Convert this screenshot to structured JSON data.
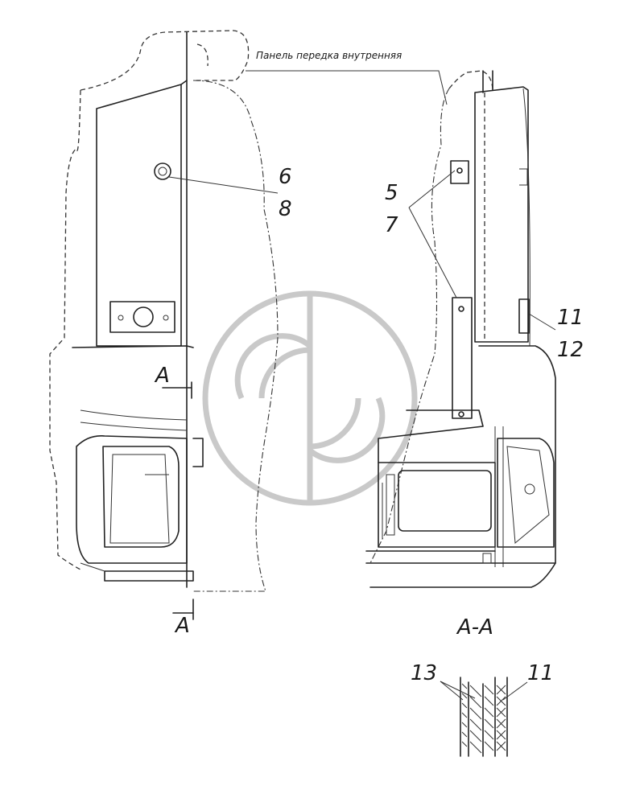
{
  "note_label": "Панель передка внутренняя",
  "callouts": {
    "c6": "6",
    "c8": "8",
    "c5": "5",
    "c7": "7",
    "c11": "11",
    "c12": "12",
    "c13": "13",
    "c11_section": "11"
  },
  "section": {
    "marker_top": "A",
    "marker_bottom": "A",
    "view_title": "A-A"
  },
  "icons": {
    "watermark": "circle-logo-watermark"
  }
}
